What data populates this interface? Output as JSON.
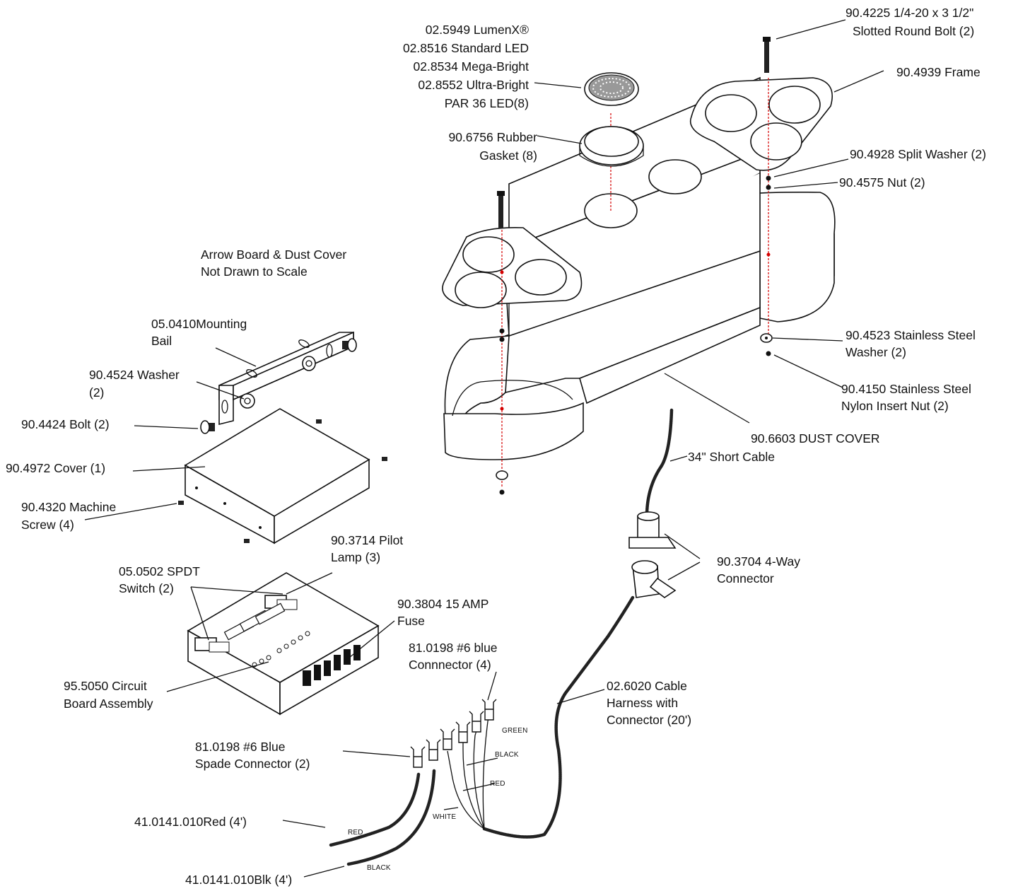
{
  "labels": {
    "bolt_top": "90.4225 1/4-20 x 3 1/2\"",
    "bolt_top_2": "Slotted Round Bolt (2)",
    "led_1": "02.5949 LumenX®",
    "led_2": "02.8516 Standard LED",
    "led_3": "02.8534 Mega-Bright",
    "led_4": "02.8552 Ultra-Bright",
    "led_5": "PAR 36 LED(8)",
    "frame": "90.4939 Frame",
    "gasket_1": "90.6756 Rubber",
    "gasket_2": "Gasket (8)",
    "split_washer": "90.4928 Split Washer (2)",
    "nut": "90.4575 Nut (2)",
    "scale_note_1": "Arrow Board & Dust Cover",
    "scale_note_2": "Not Drawn to Scale",
    "bail_1": "05.0410Mounting",
    "bail_2": "Bail",
    "washer_1": "90.4524 Washer",
    "washer_2": "(2)",
    "ss_washer_1": "90.4523 Stainless Steel",
    "ss_washer_2": "Washer (2)",
    "ss_nut_1": "90.4150 Stainless Steel",
    "ss_nut_2": "Nylon Insert Nut (2)",
    "bolt_left": "90.4424 Bolt (2)",
    "dust_cover": "90.6603 DUST COVER",
    "cover": "90.4972 Cover (1)",
    "short_cable": "34\" Short Cable",
    "machine_screw_1": "90.4320 Machine",
    "machine_screw_2": "Screw (4)",
    "pilot_lamp_1": "90.3714 Pilot",
    "pilot_lamp_2": "Lamp (3)",
    "switch_1": "05.0502 SPDT",
    "switch_2": "Switch (2)",
    "connector4_1": "90.3704 4-Way",
    "connector4_2": "Connector",
    "fuse_1": "90.3804 15 AMP",
    "fuse_2": "Fuse",
    "blue_conn_1": "81.0198 #6 blue",
    "blue_conn_2": "Connnector (4)",
    "circuit_1": "95.5050 Circuit",
    "circuit_2": "Board Assembly",
    "harness_1": "02.6020 Cable",
    "harness_2": "Harness with",
    "harness_3": "Connector (20')",
    "spade_1": "81.0198 #6 Blue",
    "spade_2": "Spade Connector (2)",
    "red_wire": "41.0141.010Red (4')",
    "blk_wire": "41.0141.010Blk (4')"
  },
  "wire_tags": {
    "green": "GREEN",
    "black": "BLACK",
    "red": "RED",
    "white": "WHITE",
    "red2": "RED",
    "black2": "BLACK"
  }
}
